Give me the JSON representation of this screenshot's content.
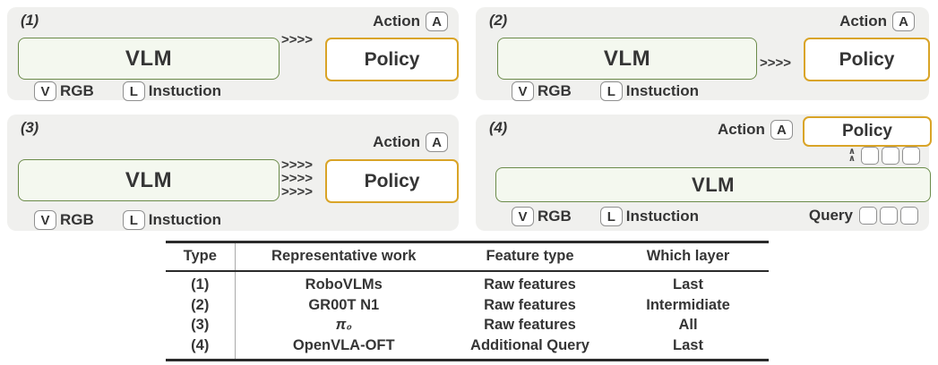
{
  "colors": {
    "panel_bg": "#f0f0ee",
    "vlm_fill": "#f4f8ef",
    "vlm_border": "#6b8b4a",
    "policy_border": "#d9a427",
    "token_border": "#909090",
    "text": "#353535",
    "table_rule": "#2b2b2b",
    "table_divider": "#aaaaaa"
  },
  "panels": [
    {
      "label": "(1)",
      "vlm": "VLM",
      "policy": "Policy",
      "action": "Action",
      "action_token": "A",
      "arrows": [
        ">>>>"
      ],
      "vision_token": "V",
      "vision_label": "RGB",
      "language_token": "L",
      "language_label": "Instuction"
    },
    {
      "label": "(2)",
      "vlm": "VLM",
      "policy": "Policy",
      "action": "Action",
      "action_token": "A",
      "arrows": [
        ">>>>"
      ],
      "vision_token": "V",
      "vision_label": "RGB",
      "language_token": "L",
      "language_label": "Instuction"
    },
    {
      "label": "(3)",
      "vlm": "VLM",
      "policy": "Policy",
      "action": "Action",
      "action_token": "A",
      "arrows": [
        ">>>>",
        ">>>>",
        ">>>>"
      ],
      "vision_token": "V",
      "vision_label": "RGB",
      "language_token": "L",
      "language_label": "Instuction"
    },
    {
      "label": "(4)",
      "vlm": "VLM",
      "policy": "Policy",
      "action": "Action",
      "action_token": "A",
      "up_chevron": "∧",
      "query_label": "Query",
      "vision_token": "V",
      "vision_label": "RGB",
      "language_token": "L",
      "language_label": "Instuction"
    }
  ],
  "table": {
    "headers": [
      "Type",
      "Representative work",
      "Feature type",
      "Which layer"
    ],
    "rows": [
      [
        "(1)",
        "RoboVLMs",
        "Raw features",
        "Last"
      ],
      [
        "(2)",
        "GR00T N1",
        "Raw features",
        "Intermidiate"
      ],
      [
        "(3)",
        "π₀",
        "Raw features",
        "All"
      ],
      [
        "(4)",
        "OpenVLA-OFT",
        "Additional Query",
        "Last"
      ]
    ]
  }
}
